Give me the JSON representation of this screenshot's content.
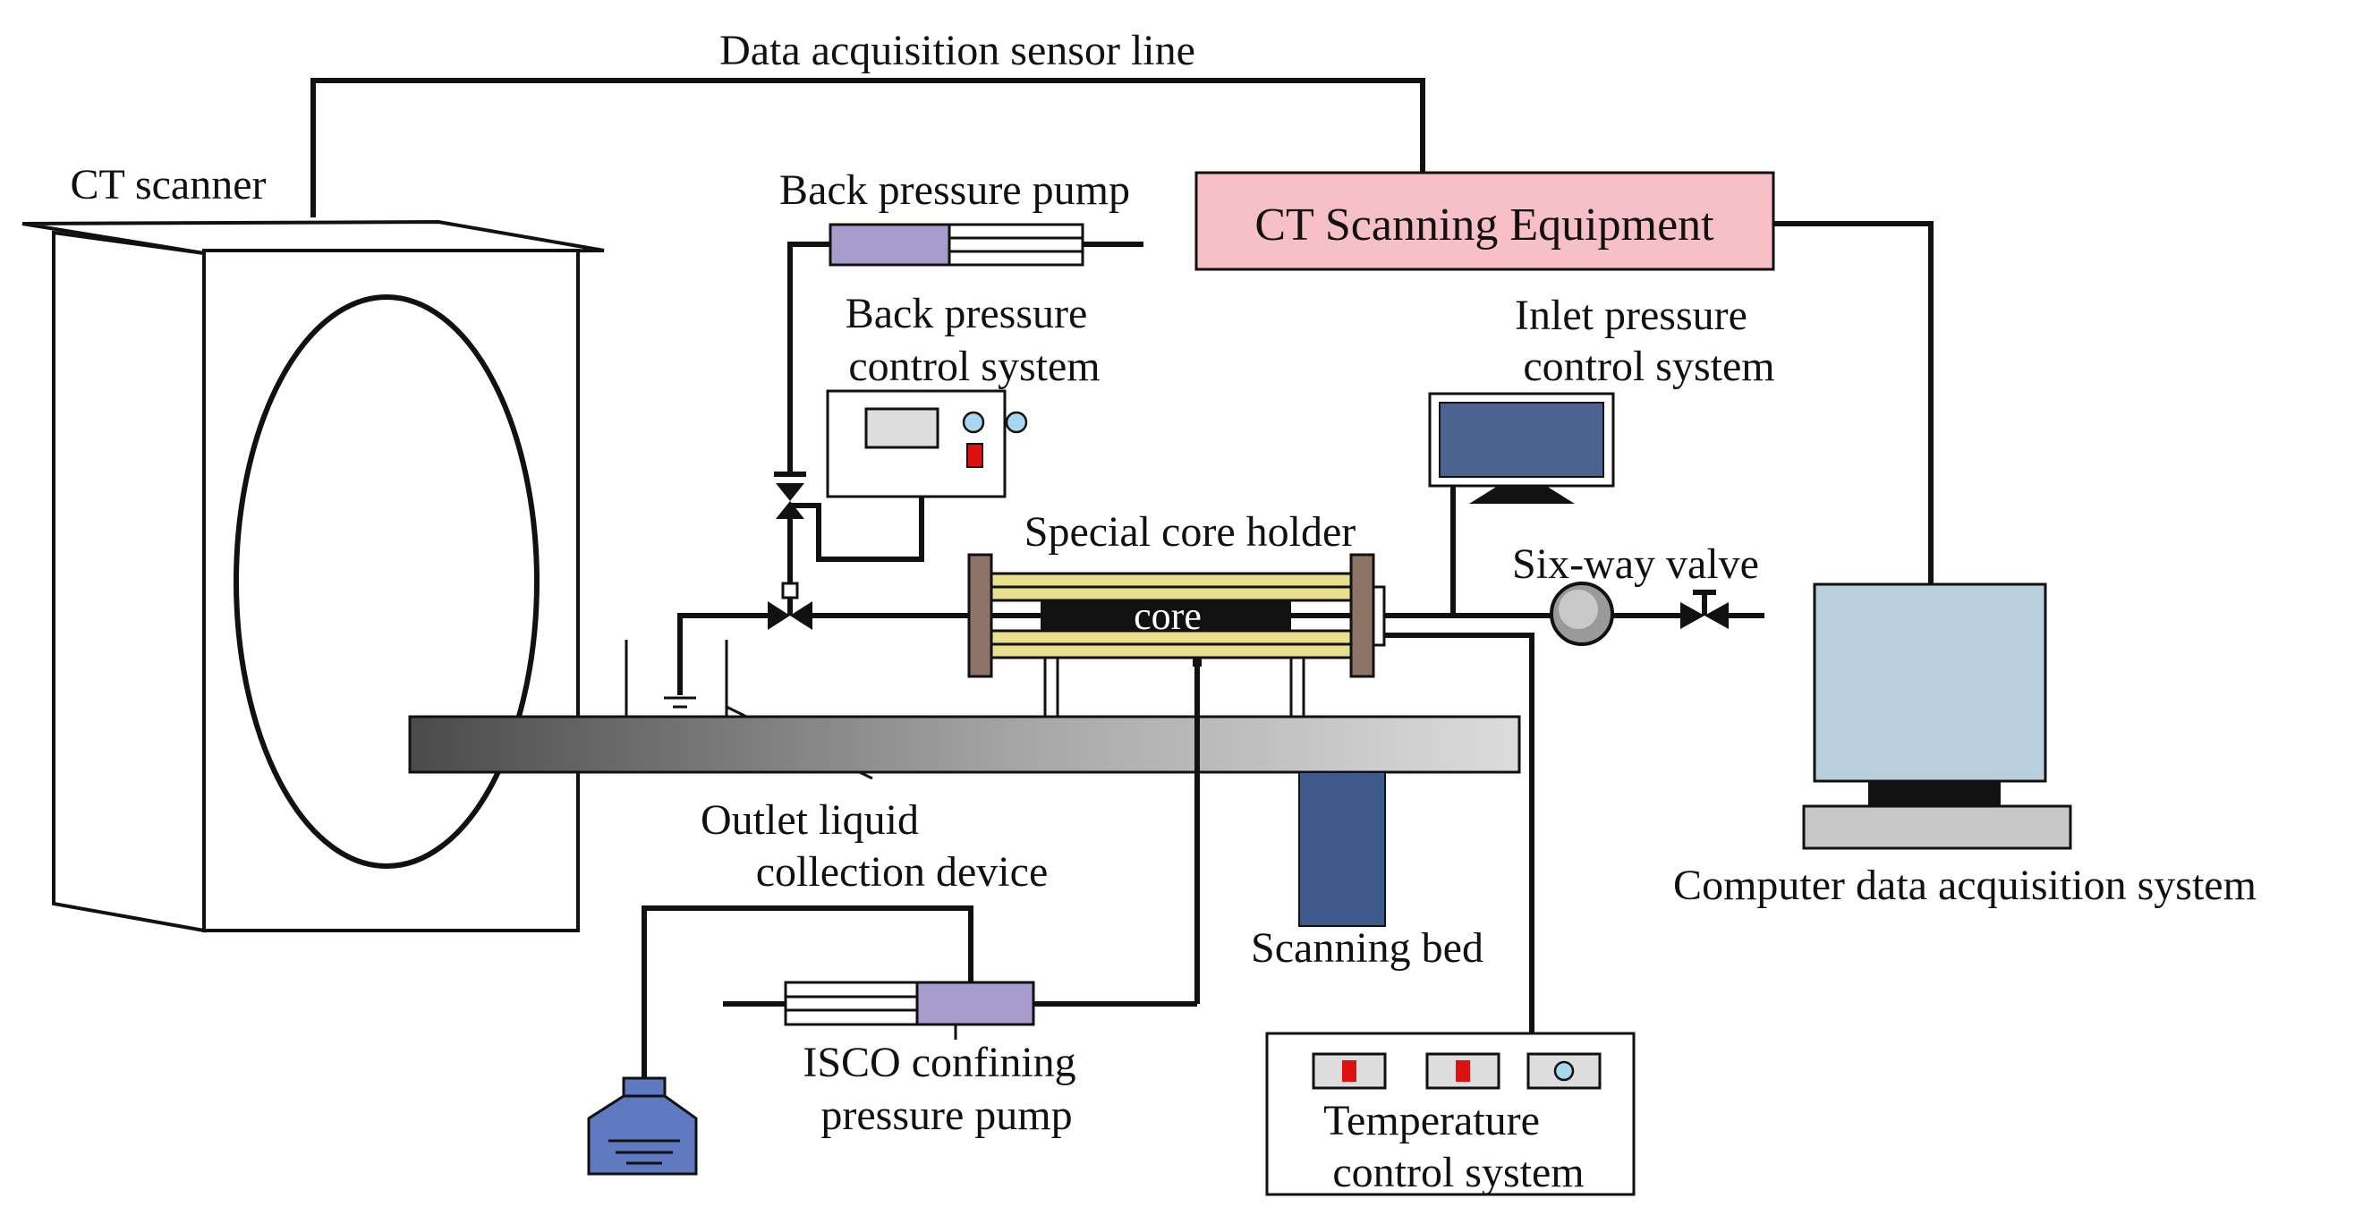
{
  "diagram": {
    "labels": {
      "data_line": "Data acquisition sensor line",
      "ct_scanner": "CT scanner",
      "back_pressure_pump": "Back pressure pump",
      "back_pressure_control_1": "Back pressure",
      "back_pressure_control_2": "control system",
      "ct_equipment": "CT Scanning Equipment",
      "inlet_pressure_1": "Inlet pressure",
      "inlet_pressure_2": "control system",
      "core_holder": "Special core holder",
      "core": "core",
      "six_way_valve": "Six-way valve",
      "outlet_liquid_1": "Outlet liquid",
      "outlet_liquid_2": "collection device",
      "computer_system": "Computer data acquisition system",
      "scanning_bed": "Scanning bed",
      "isco_pump_1": "ISCO confining",
      "isco_pump_2": "pressure pump",
      "temperature_1": "Temperature",
      "temperature_2": "control system"
    },
    "colors": {
      "line": "#111111",
      "ct_equipment_fill": "#f7c0c6",
      "piston_fill": "#a79ccc",
      "monitor_screen": "#4c6290",
      "computer_body": "#b9cfdc",
      "computer_base": "#c8c8c8",
      "holder_sleeve": "#e8e08f",
      "holder_flange": "#8e7466",
      "scanning_bed_stand": "#3f5a8c",
      "bottle_fill": "#5f79c0",
      "indicator_red": "#dd1111",
      "indicator_blue": "#a8d8f0"
    }
  }
}
